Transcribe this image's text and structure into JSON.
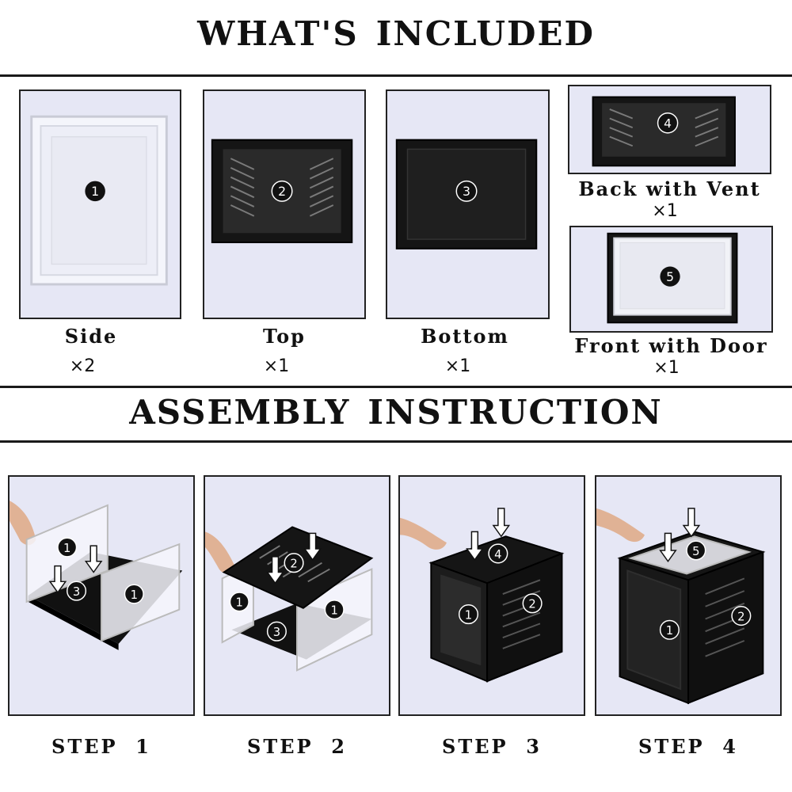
{
  "header": {
    "included_title_a": "WHAT'S",
    "included_title_b": "INCLUDED",
    "assembly_title_a": "ASSEMBLY",
    "assembly_title_b": "INSTRUCTION"
  },
  "parts": [
    {
      "number": "1",
      "name": "Side",
      "qty": "×2",
      "icon": "clear-side-panel"
    },
    {
      "number": "2",
      "name": "Top",
      "qty": "×1",
      "icon": "black-vented-top-panel"
    },
    {
      "number": "3",
      "name": "Bottom",
      "qty": "×1",
      "icon": "black-bottom-panel"
    },
    {
      "number": "4",
      "name": "Back with Vent",
      "qty": "×1",
      "icon": "black-vented-back-panel"
    },
    {
      "number": "5",
      "name": "Front with Door",
      "qty": "×1",
      "icon": "clear-front-door-panel"
    }
  ],
  "steps": [
    {
      "label": "STEP",
      "num": "1",
      "markers": [
        "1",
        "3",
        "1"
      ]
    },
    {
      "label": "STEP",
      "num": "2",
      "markers": [
        "2",
        "1",
        "1",
        "3"
      ]
    },
    {
      "label": "STEP",
      "num": "3",
      "markers": [
        "4",
        "1",
        "2"
      ]
    },
    {
      "label": "STEP",
      "num": "4",
      "markers": [
        "5",
        "1",
        "2"
      ]
    }
  ],
  "colors": {
    "panel_bg": "#e6e7f5",
    "part_black": "#141414",
    "badge_fill": "#111111",
    "badge_text": "#ffffff"
  }
}
